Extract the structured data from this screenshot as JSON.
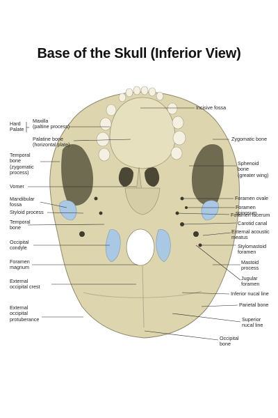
{
  "title": "Base of the Skull (Inferior View)",
  "colors": {
    "bone": "#ddd6b0",
    "bone_shadow": "#9c9476",
    "cavity": "#5c5a44",
    "cartilage": "#a9c8e4",
    "background": "#ffffff"
  },
  "labels_left": {
    "hard_palate": "Hard\nPalate",
    "maxilla": "Maxilla\n(paltine process)",
    "palatine": "Palatine bone\n(horizontal plate)",
    "temporal_zyg": "Temporal\nbone\n(zygomatic\nprocess)",
    "vomer": "Vomer",
    "mandibular": "Mandibular\nfossa",
    "styloid": "Styloid process",
    "temporal": "Temporal\nbone",
    "occipital_condyle": "Occipital\ncondyle",
    "foramen_magnum": "Foramen\nmagnum",
    "ext_occ_crest": "External\noccipital crest",
    "ext_occ_prot": "External\noccipital\nprotuberance"
  },
  "labels_right": {
    "incisive": "Incisive fossa",
    "zygomatic": "Zygomatic bone",
    "sphenoid": "Sphenoid\nbone\n(greater wing)",
    "ovale": "Foramen ovale",
    "spinosum": "Foramen spinosum",
    "lacerum": "Foramen lacerum",
    "carotid": "Carotid canal",
    "ext_acoustic": "External acoustic\nmeatus",
    "stylomastoid": "Stylomastoid\nforamen",
    "mastoid": "Mastoid\nprocess",
    "jugular": "Jugular\nforamen",
    "inf_nucal": "Inferior nucal line",
    "parietal": "Parietal bone",
    "sup_nucal": "Superior\nnucal line",
    "occipital": "Occipital\nbone"
  }
}
